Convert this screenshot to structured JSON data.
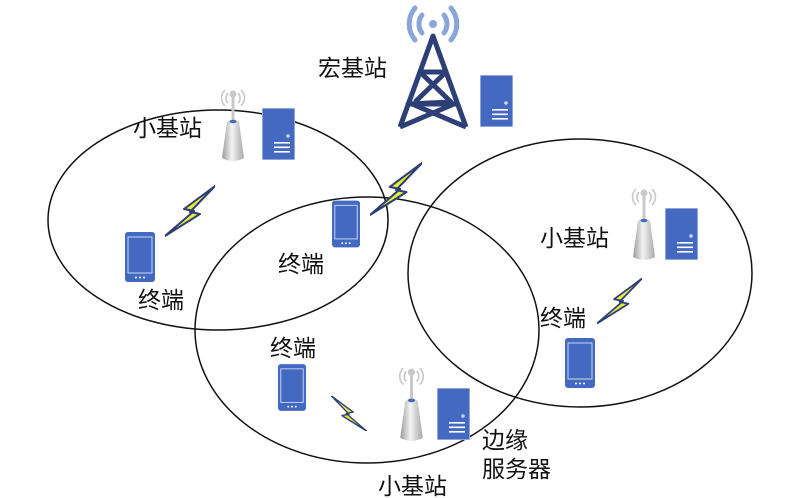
{
  "labels": {
    "macro_station": "宏基站",
    "small_station_left": "小基站",
    "terminal_left": "终端",
    "terminal_center": "终端",
    "small_station_right": "小基站",
    "terminal_right": "终端",
    "terminal_bottom": "终端",
    "edge_server_line1": "边缘",
    "edge_server_line2": "服务器",
    "small_station_bottom": "小基站"
  },
  "colors": {
    "tower": "#2e3f78",
    "waves": "#8aa5d8",
    "device_blue": "#4469c0",
    "lightning_fill": "#e8ee3a",
    "lightning_stroke": "#2e3f78",
    "cell_grey": "#c8c8c8"
  }
}
